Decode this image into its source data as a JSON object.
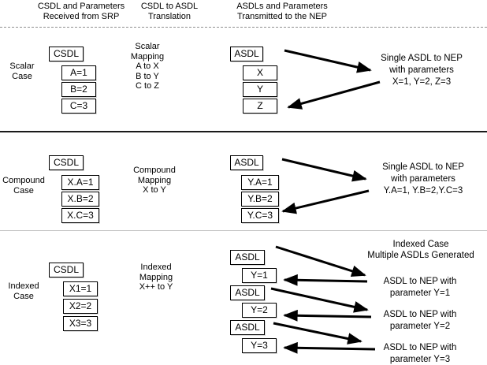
{
  "columns": [
    {
      "line1": "CSDL and Parameters",
      "line2": "Received from SRP"
    },
    {
      "line1": "CSDL to ASDL",
      "line2": "Translation"
    },
    {
      "line1": "ASDLs and Parameters",
      "line2": "Transmitted to the NEP"
    }
  ],
  "scalar": {
    "case_line1": "Scalar",
    "case_line2": "Case",
    "csdl_title": "CSDL",
    "csdl_params": [
      "A=1",
      "B=2",
      "C=3"
    ],
    "mapping_lines": [
      "Scalar",
      "Mapping",
      "A to X",
      "B to Y",
      "C to Z"
    ],
    "asdl_title": "ASDL",
    "asdl_params": [
      "X",
      "Y",
      "Z"
    ],
    "note_line1": "Single ASDL to NEP",
    "note_line2": "with parameters",
    "note_line3": "X=1, Y=2, Z=3"
  },
  "compound": {
    "case_line1": "Compound",
    "case_line2": "Case",
    "csdl_title": "CSDL",
    "csdl_params": [
      "X.A=1",
      "X.B=2",
      "X.C=3"
    ],
    "mapping_lines": [
      "Compound",
      "Mapping",
      "X to Y"
    ],
    "asdl_title": "ASDL",
    "asdl_params": [
      "Y.A=1",
      "Y.B=2",
      "Y.C=3"
    ],
    "note_line1": "Single ASDL to NEP",
    "note_line2": "with parameters",
    "note_line3": "Y.A=1, Y.B=2,Y.C=3"
  },
  "indexed": {
    "case_line1": "Indexed",
    "case_line2": "Case",
    "csdl_title": "CSDL",
    "csdl_params": [
      "X1=1",
      "X2=2",
      "X3=3"
    ],
    "mapping_lines": [
      "Indexed",
      "Mapping",
      "X++ to Y"
    ],
    "asdl_titles": [
      "ASDL",
      "ASDL",
      "ASDL"
    ],
    "asdl_params": [
      "Y=1",
      "Y=2",
      "Y=3"
    ],
    "heading_line1": "Indexed Case",
    "heading_line2": "Multiple ASDLs Generated",
    "notes": [
      {
        "line1": "ASDL to NEP with",
        "line2": "parameter Y=1"
      },
      {
        "line1": "ASDL to NEP with",
        "line2": "parameter Y=2"
      },
      {
        "line1": "ASDL to NEP with",
        "line2": "parameter Y=3"
      }
    ]
  },
  "colors": {
    "ink": "#000000",
    "divider_dashed": "#8f8f8f",
    "divider_solid": "#1a1a1a",
    "divider_light": "#c4c4c4"
  }
}
